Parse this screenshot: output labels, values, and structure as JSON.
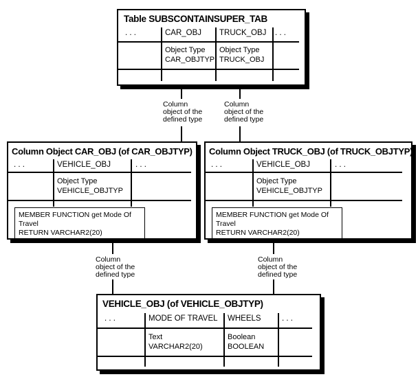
{
  "top_box": {
    "title": "Table SUBSCONTAINSUPER_TAB",
    "headers": {
      "left_ellipsis": ". . .",
      "col1": "CAR_OBJ",
      "col2": "TRUCK_OBJ",
      "right_ellipsis": ". . ."
    },
    "cells": {
      "col1": "Object Type\nCAR_OBJTYP",
      "col2": "Object Type\nTRUCK_OBJ"
    }
  },
  "car_box": {
    "title": "Column Object CAR_OBJ (of CAR_OBJTYP)",
    "headers": {
      "left_ellipsis": ". . .",
      "col1": "VEHICLE_OBJ",
      "right_ellipsis": ". . ."
    },
    "cells": {
      "col1": "Object Type\nVEHICLE_OBJTYP"
    },
    "method": "MEMBER FUNCTION get Mode Of Travel\nRETURN VARCHAR2(20)"
  },
  "truck_box": {
    "title": "Column Object TRUCK_OBJ (of TRUCK_OBJTYP)",
    "headers": {
      "left_ellipsis": ". . .",
      "col1": "VEHICLE_OBJ",
      "right_ellipsis": ". . ."
    },
    "cells": {
      "col1": "Object Type\nVEHICLE_OBJTYP"
    },
    "method": "MEMBER FUNCTION get Mode Of Travel\nRETURN VARCHAR2(20)"
  },
  "vehicle_box": {
    "title": "VEHICLE_OBJ (of VEHICLE_OBJTYP)",
    "headers": {
      "left_ellipsis": ". . .",
      "col1": "MODE OF TRAVEL",
      "col2": "WHEELS",
      "right_ellipsis": ". . ."
    },
    "cells": {
      "col1": "Text\nVARCHAR2(20)",
      "col2": "Boolean\nBOOLEAN"
    }
  },
  "connectors": {
    "top_left_label": "Column\nobject of the\ndefined type",
    "top_right_label": "Column\nobject of the\ndefined type",
    "bottom_left_label": "Column\nobject of the\ndefined type",
    "bottom_right_label": "Column\nobject of the\ndefined type"
  },
  "colors": {
    "line": "#000000",
    "background": "#ffffff",
    "text": "#000000"
  }
}
